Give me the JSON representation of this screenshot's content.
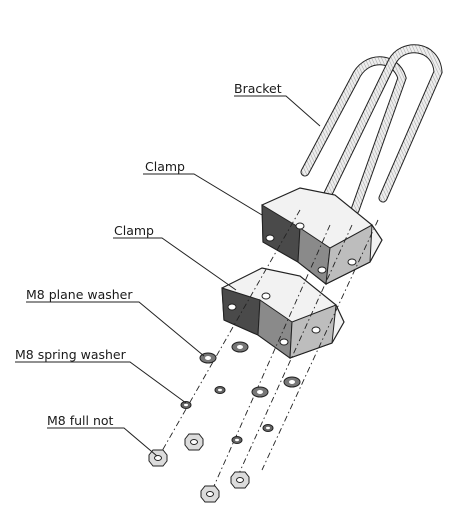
{
  "labels": {
    "bracket": "Bracket",
    "clamp_upper": "Clamp",
    "clamp_lower": "Clamp",
    "plane_washer": "M8 plane washer",
    "spring_washer": "M8 spring washer",
    "full_nut": "M8 full not"
  },
  "colors": {
    "line": "#222222",
    "clamp_light": "#f2f2f2",
    "clamp_mid": "#bdbdbd",
    "clamp_dark": "#4a4a4a",
    "rod": "#e6e6e6"
  }
}
